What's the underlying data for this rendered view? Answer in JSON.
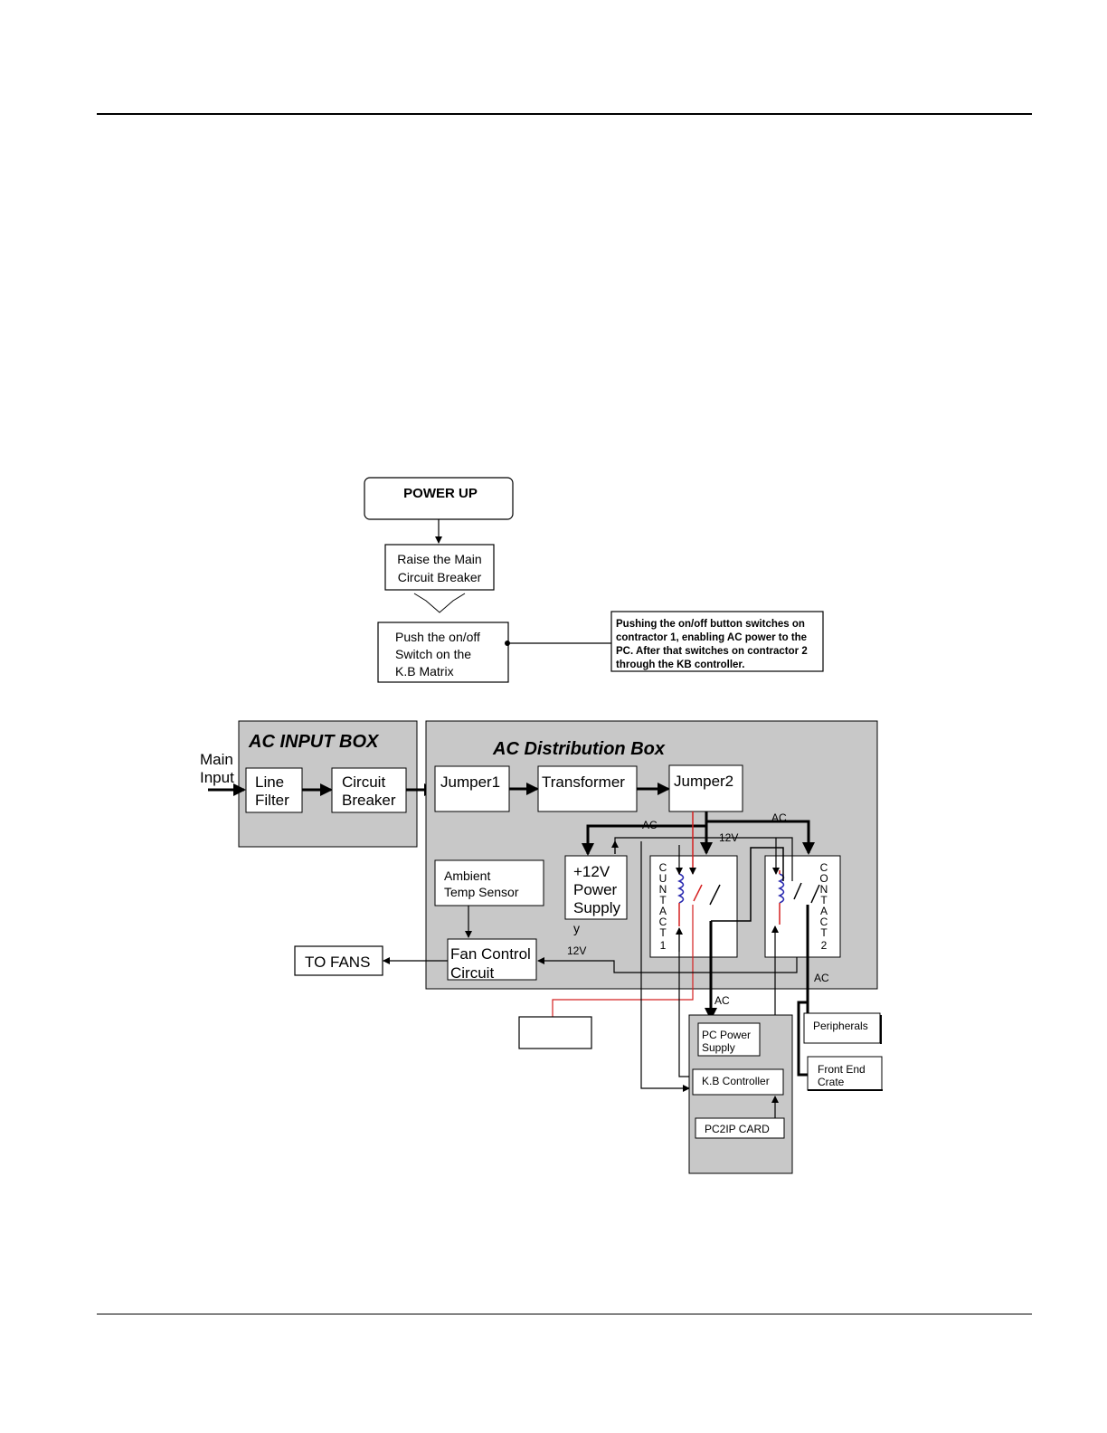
{
  "flow": {
    "power_up": "POWER UP",
    "raise_breaker": [
      "Raise the Main",
      "Circuit Breaker"
    ],
    "push_switch": [
      "Push the on/off",
      "Switch on the",
      "K.B Matrix"
    ],
    "note": [
      "Pushing the on/off button switches on",
      "contractor 1, enabling AC power to the",
      "PC. After that switches on contractor 2",
      "through the KB controller."
    ]
  },
  "ac_input_box": {
    "title": "AC INPUT BOX",
    "main_input": [
      "Main",
      "Input"
    ],
    "line_filter": [
      "Line",
      "Filter"
    ],
    "circuit_breaker": [
      "Circuit",
      "Breaker"
    ]
  },
  "ac_distribution_box": {
    "title": "AC Distribution Box",
    "jumper1": "Jumper1",
    "transformer": "Transformer",
    "jumper2": "Jumper2",
    "power_supply_12v": [
      "+12V",
      "Power",
      "Supply",
      "y"
    ],
    "ambient_sensor": [
      "Ambient",
      "Temp Sensor"
    ],
    "fan_control": [
      "Fan Control",
      "Circuit"
    ],
    "contact1_letters": [
      "C",
      "U",
      "N",
      "T",
      "A",
      "C",
      "T",
      "1"
    ],
    "contact2_letters": [
      "C",
      "O",
      "N",
      "T",
      "A",
      "C",
      "T",
      "2"
    ]
  },
  "labels": {
    "ac_1": "AC",
    "v12_1": "12V",
    "ac_2": "AC",
    "v12_2": "12V",
    "ac_3": "AC",
    "ac_4": "AC",
    "to_fans": "TO FANS"
  },
  "pc_box": {
    "pc_power_supply": [
      "PC Power",
      "Supply"
    ],
    "kb_controller": "K.B Controller",
    "pc2ip_card": "PC2IP CARD"
  },
  "outputs": {
    "peripherals": "Peripherals",
    "front_end_crate": [
      "Front End",
      "Crate"
    ]
  },
  "colors": {
    "box_fill": "#c8c8c8",
    "red_wire": "#d42020",
    "coil_blue": "#2a2ab0"
  }
}
